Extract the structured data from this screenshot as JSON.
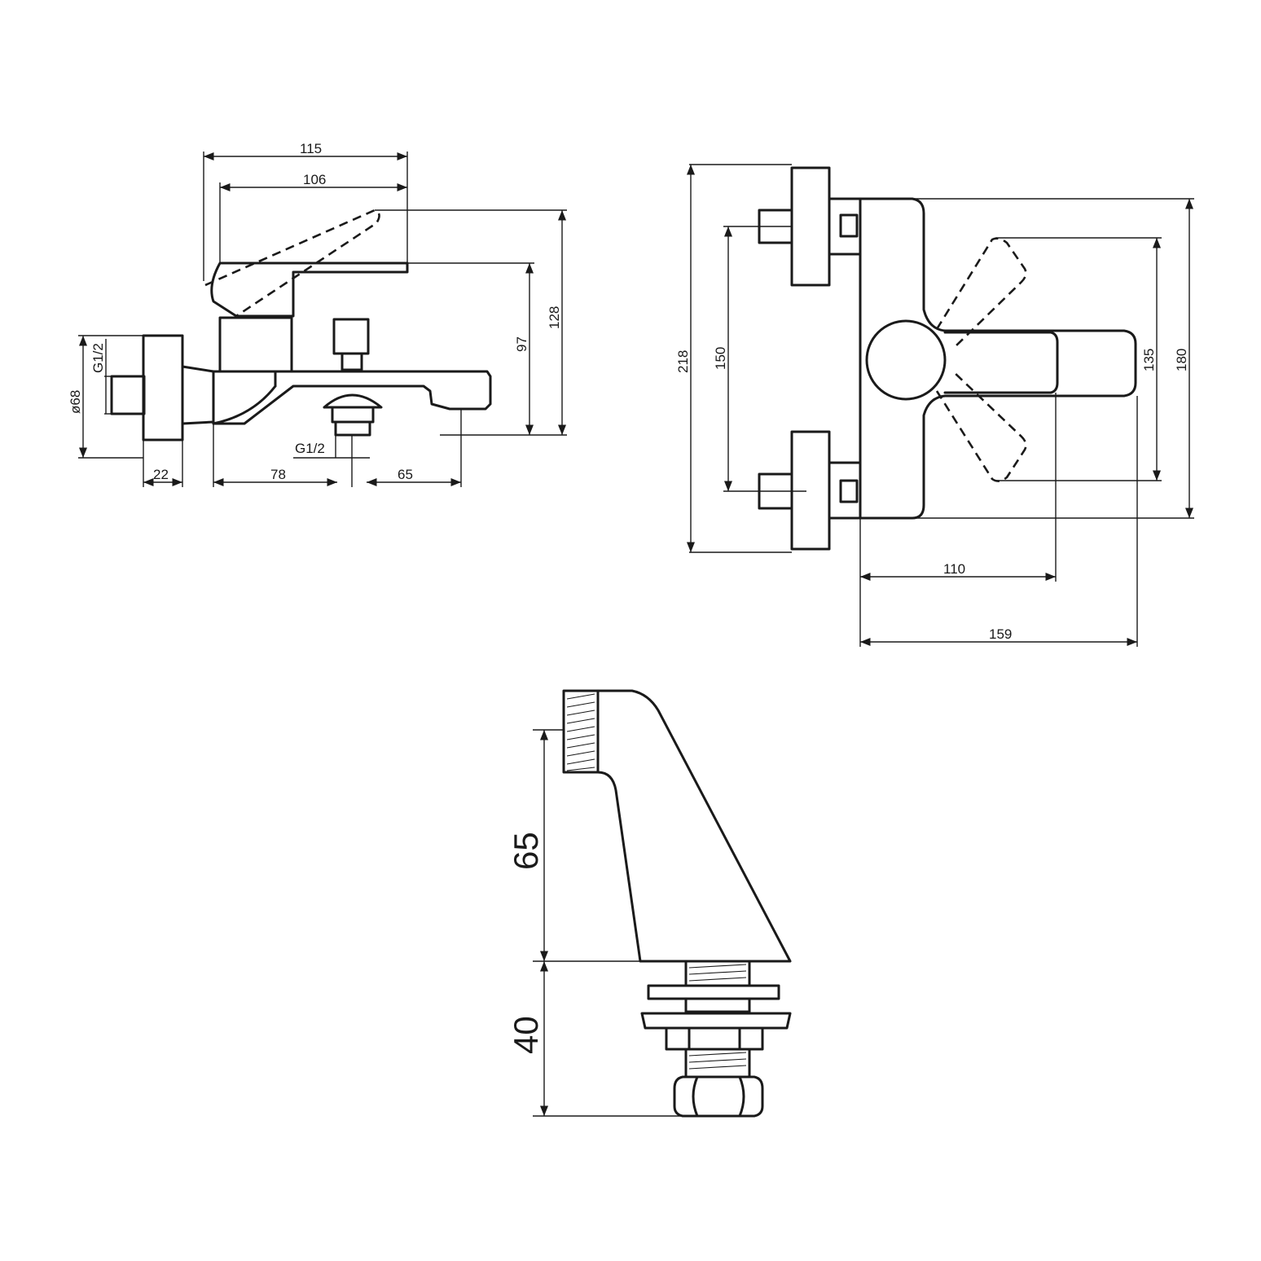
{
  "side_view": {
    "dims": {
      "width_total": "115",
      "width_lever": "106",
      "height_total": "128",
      "height_spout": "97",
      "diameter": "ø68",
      "inlet_thread": "G1/2",
      "outlet_thread": "G1/2",
      "rosette_depth": "22",
      "to_outlet": "78",
      "outlet_to_tip": "65"
    }
  },
  "top_view": {
    "dims": {
      "outer_height": "218",
      "centers": "150",
      "lever_swing": "135",
      "body_height": "180",
      "lever_reach": "110",
      "total_depth": "159"
    }
  },
  "detail_view": {
    "dims": {
      "upper_height": "65",
      "lower_height": "40"
    }
  }
}
